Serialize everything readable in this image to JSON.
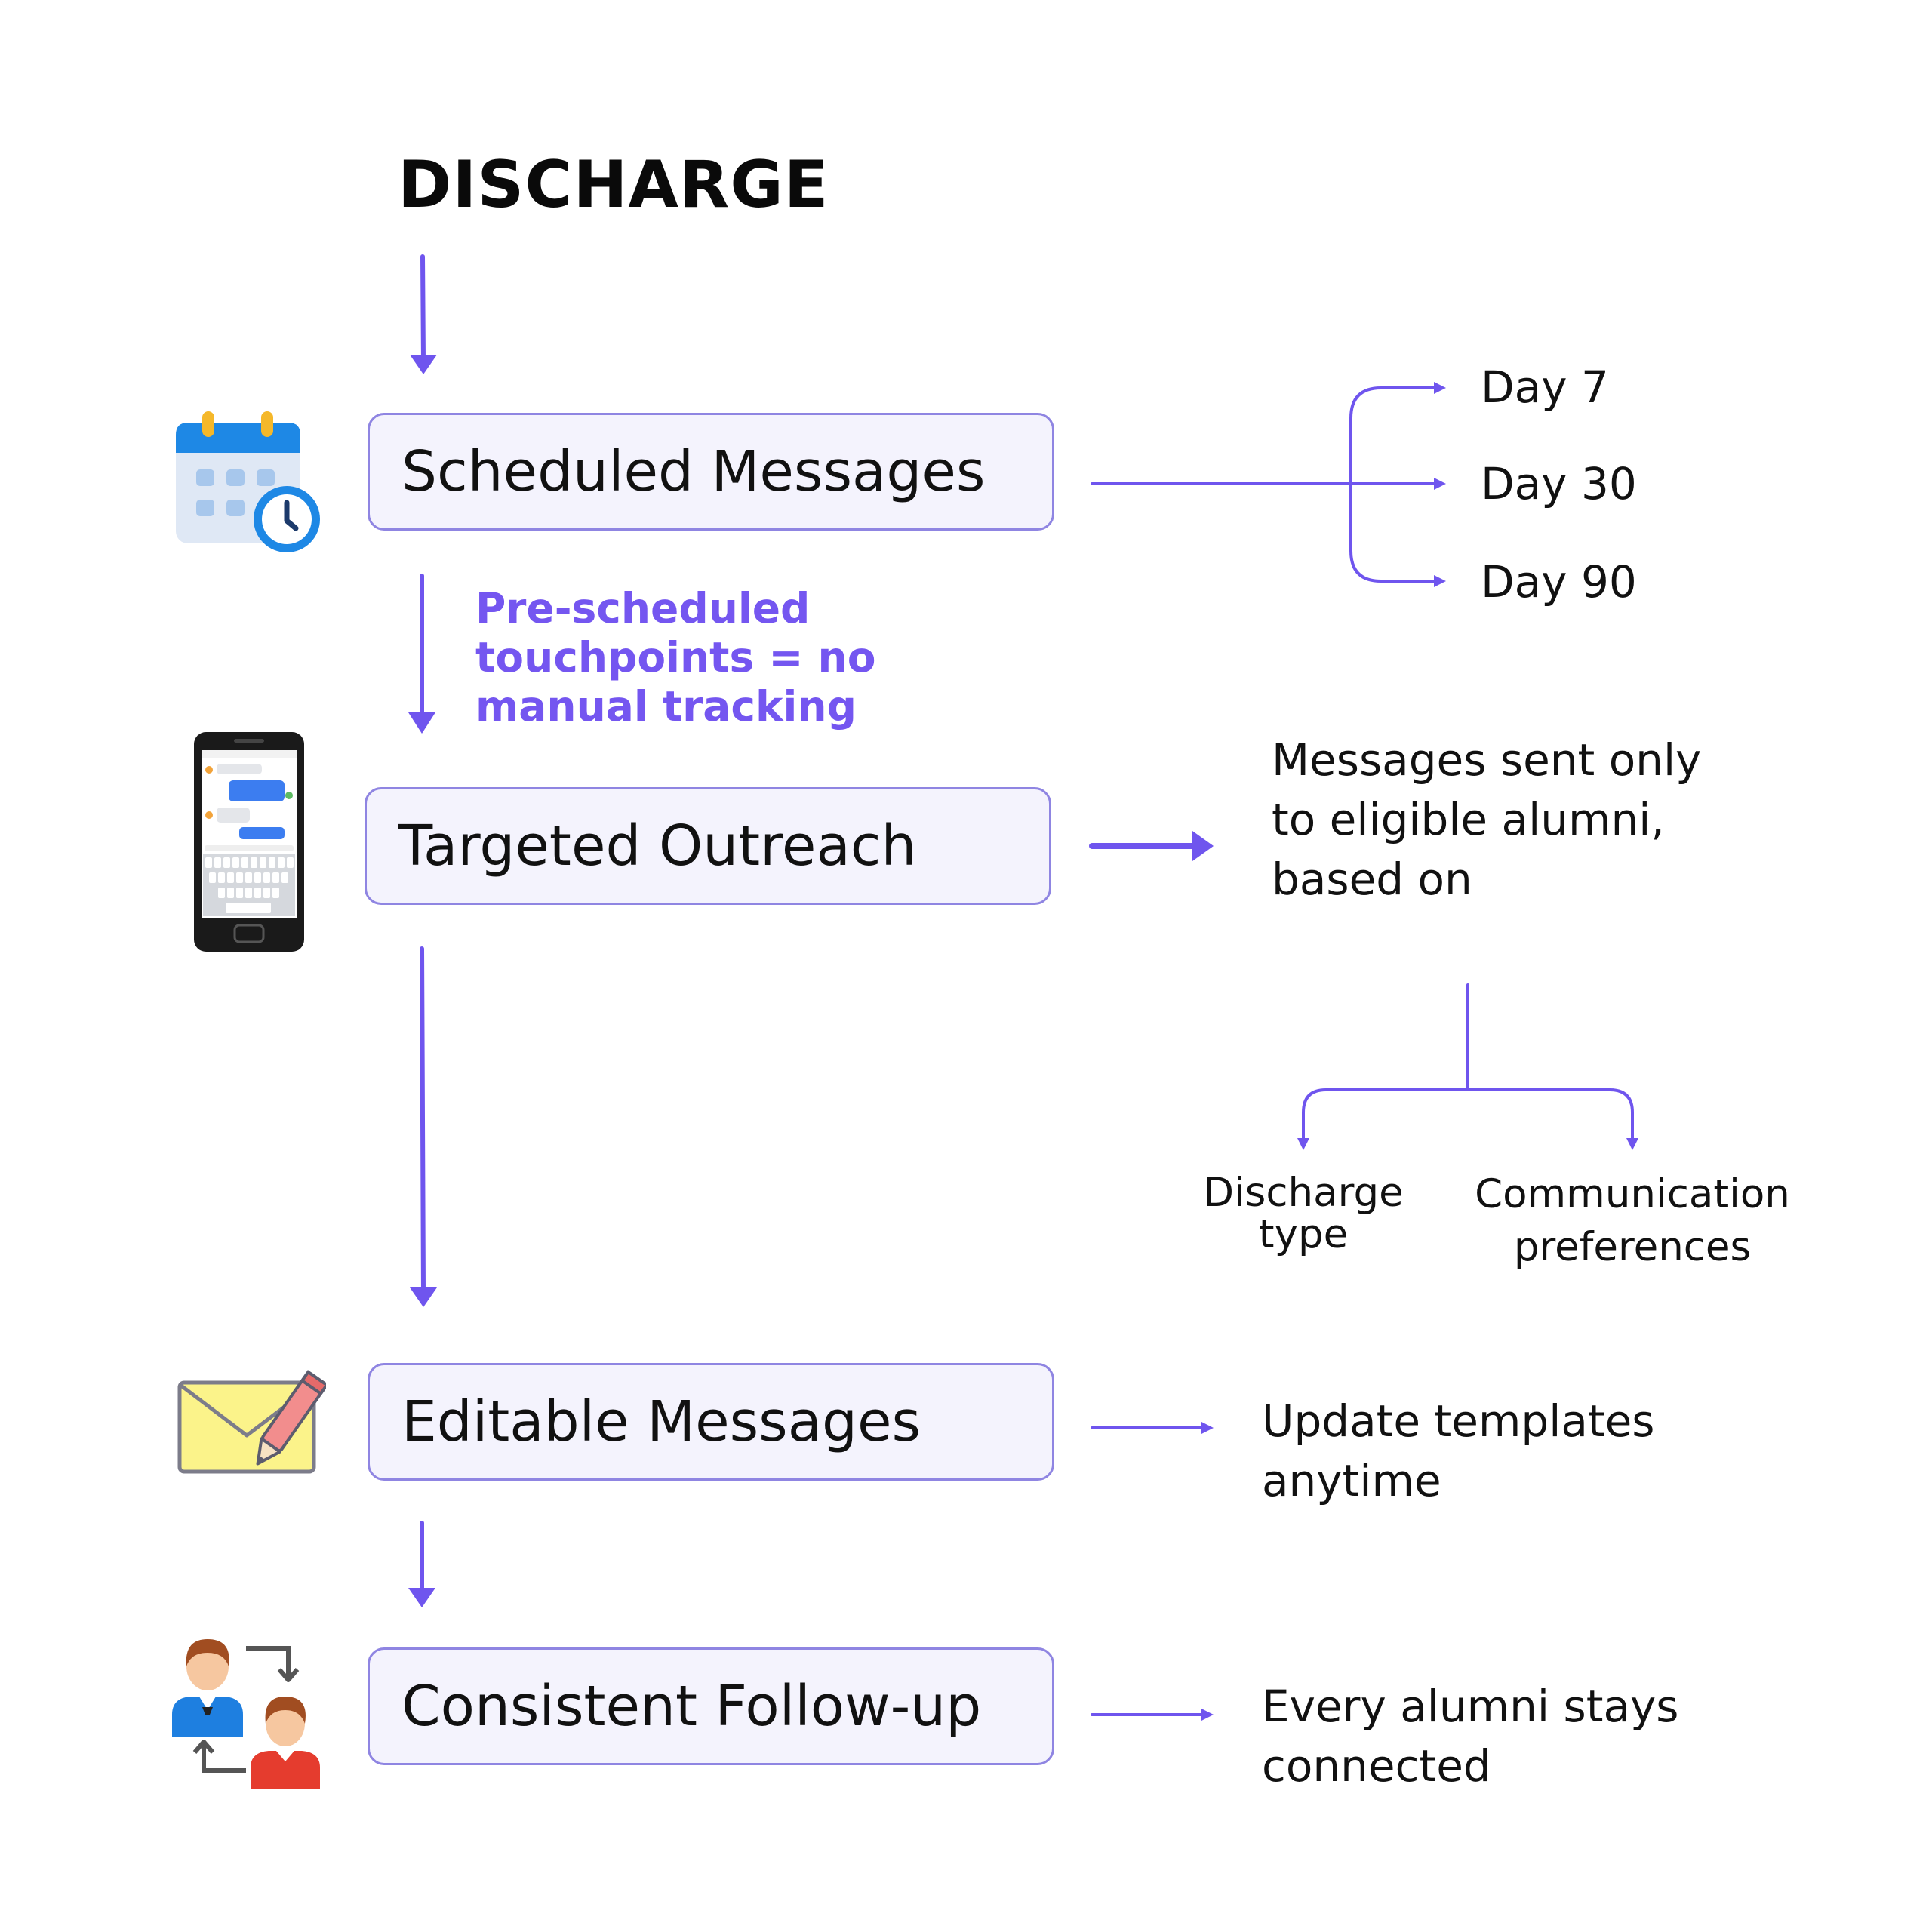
{
  "title": "DISCHARGE",
  "colors": {
    "accent": "#6f55ee",
    "box_fill": "#f4f3fd",
    "box_border": "#8f85e2",
    "note": "#7456f0"
  },
  "steps": [
    {
      "label": "Scheduled Messages",
      "icon": "calendar-clock-icon"
    },
    {
      "label": "Targeted Outreach",
      "icon": "smartphone-chat-icon"
    },
    {
      "label": "Editable Messages",
      "icon": "envelope-pencil-icon"
    },
    {
      "label": "Consistent Follow-up",
      "icon": "people-exchange-icon"
    }
  ],
  "note": {
    "lines": [
      "Pre-scheduled",
      "touchpoints = no",
      "manual tracking"
    ]
  },
  "days": [
    "Day 7",
    "Day 30",
    "Day 90"
  ],
  "outreach": {
    "lines": [
      "Messages sent only",
      "to eligible alumni,",
      "based on"
    ],
    "criteria": [
      {
        "lines": [
          "Discharge",
          "type"
        ]
      },
      {
        "lines": [
          "Communication",
          "preferences"
        ]
      }
    ]
  },
  "editable_note": {
    "lines": [
      "Update templates",
      "anytime"
    ]
  },
  "followup_note": {
    "lines": [
      "Every alumni stays",
      "connected"
    ]
  }
}
